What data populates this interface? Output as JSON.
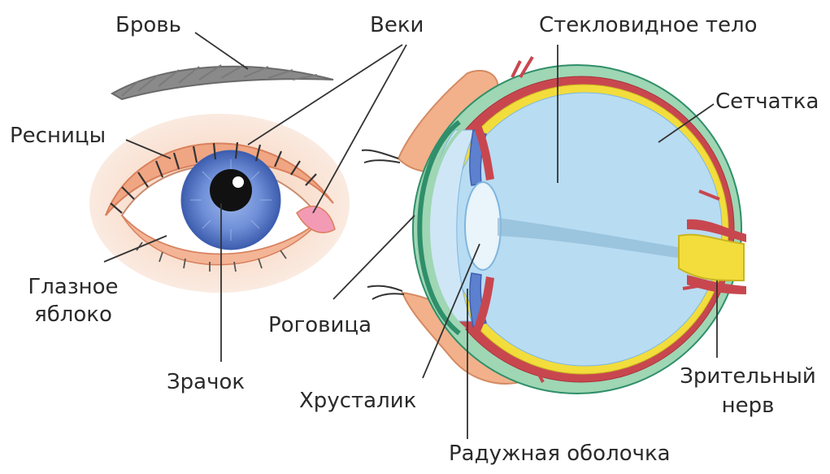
{
  "labels": {
    "brow": "Бровь",
    "eyelids": "Веки",
    "vitreous": "Стекловидное тело",
    "lashes": "Ресницы",
    "retina": "Сетчатка",
    "eyeball_line1": "Глазное",
    "eyeball_line2": "яблоко",
    "cornea": "Роговица",
    "pupil": "Зрачок",
    "lens": "Хрусталик",
    "optic_nerve_line1": "Зрительный",
    "optic_nerve_line2": "нерв",
    "iris": "Радужная оболочка"
  },
  "colors": {
    "iris_blue": "#5d80cf",
    "sclera_green": "#9fd6b4",
    "choroid_red": "#c8474f",
    "retina_yellow": "#f2dd3c",
    "vitreous_blue": "#b8dcf2",
    "skin": "#f2b18a",
    "leader_line": "#333333"
  }
}
